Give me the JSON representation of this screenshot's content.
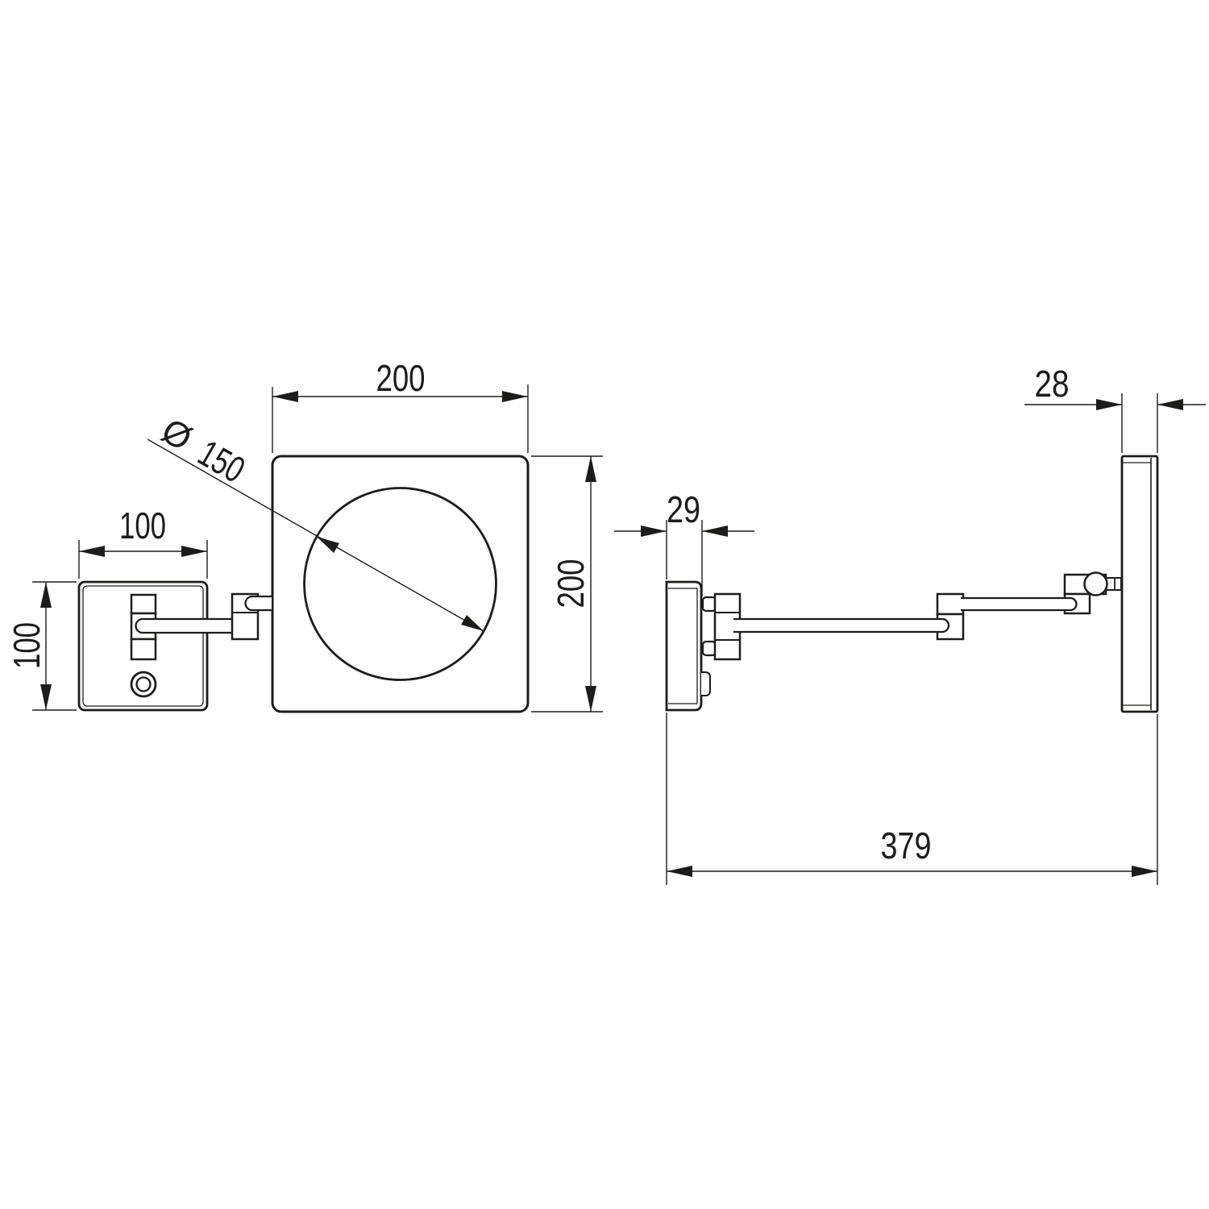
{
  "drawing": {
    "dimensions": {
      "mirror_width": "200",
      "mirror_height": "200",
      "diameter_symbol": "Ø",
      "glass_diameter": "150",
      "plate_width": "100",
      "plate_height": "100",
      "plate_depth": "29",
      "mirror_depth": "28",
      "reach": "379"
    },
    "colors": {
      "line": "#1c1c1b",
      "background": "#ffffff"
    }
  }
}
